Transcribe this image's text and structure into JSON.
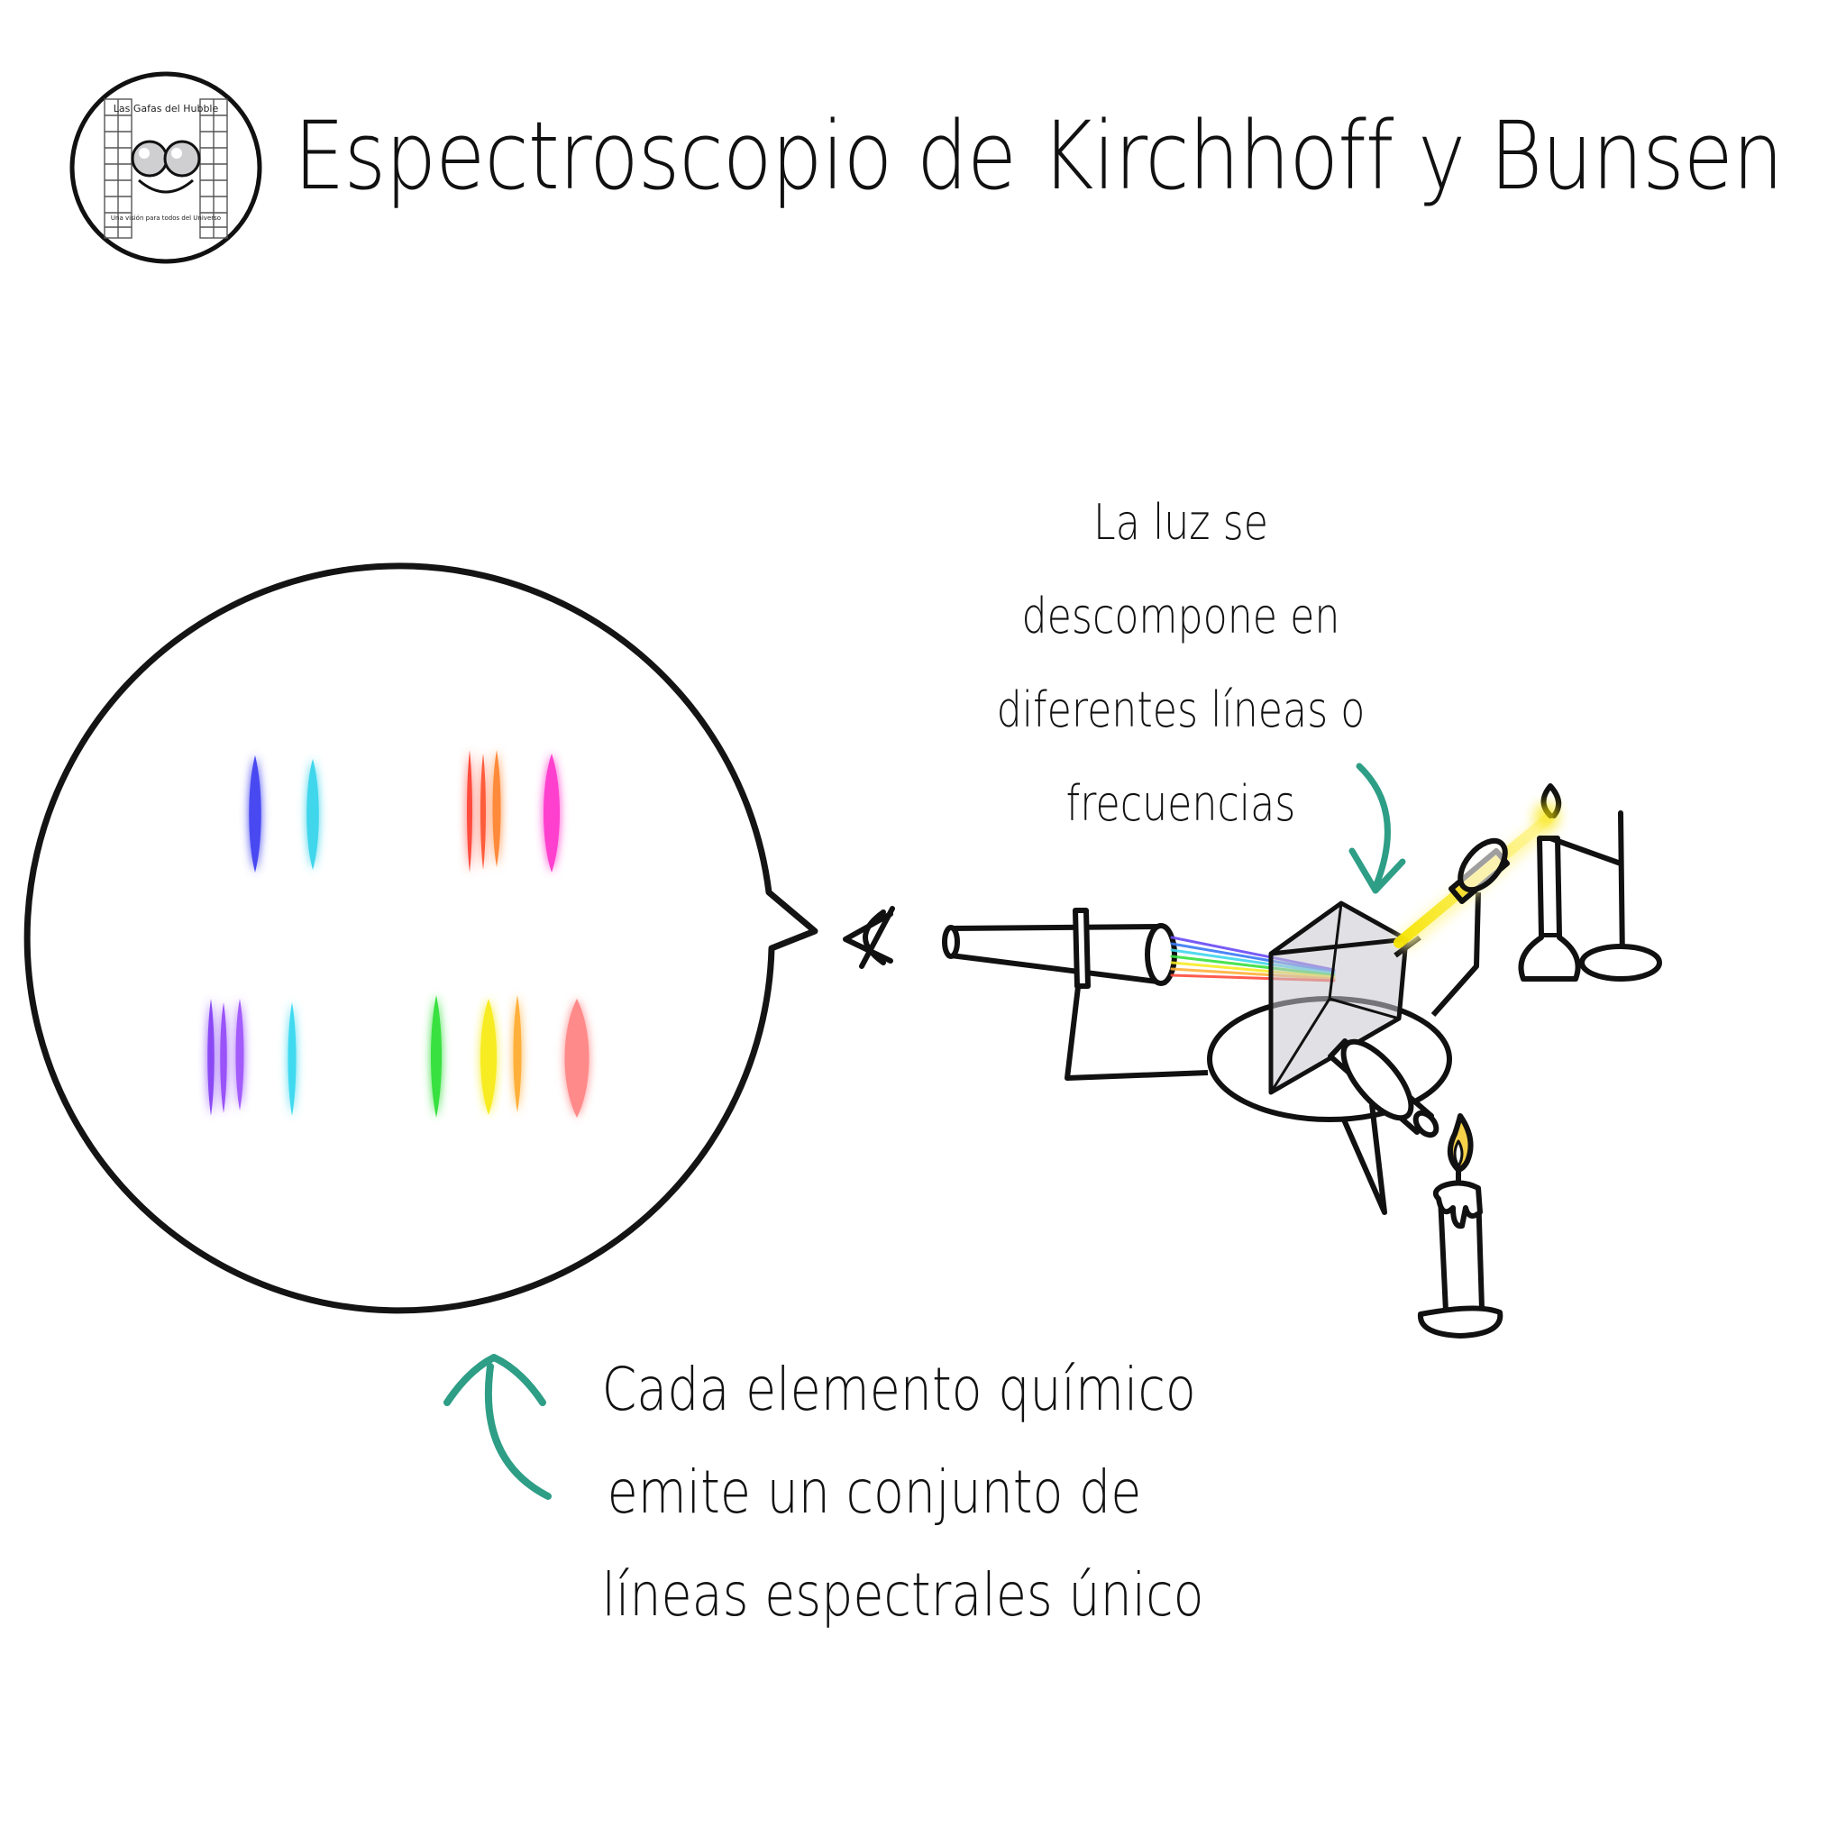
{
  "title": "Espectroscopio de Kirchhoff y Bunsen",
  "logo": {
    "top_text": "Las Gafas del Hubble",
    "bottom_text": "Una visión para todos del Universo"
  },
  "notes": {
    "light": [
      "La luz se",
      "descompone en",
      "diferentes líneas o",
      "frecuencias"
    ],
    "elements": [
      "Cada elemento químico",
      "emite un conjunto de",
      "líneas espectrales único"
    ]
  },
  "colors": {
    "ink": "#111111",
    "arrow": "#2e9e86",
    "flame": "#f2d21a",
    "glass": "#c8c8d0"
  },
  "spectra": [
    {
      "lines": [
        {
          "color": "#4a4af2"
        },
        {
          "color": "#3fd6ec"
        }
      ]
    },
    {
      "lines": [
        {
          "color": "#ff4b3c"
        },
        {
          "color": "#ff5b3a"
        },
        {
          "color": "#ff8a3a"
        },
        {
          "color": "#ff3fcf"
        }
      ]
    },
    {
      "lines": [
        {
          "color": "#8a4af5"
        },
        {
          "color": "#9a52f8"
        },
        {
          "color": "#a35cfb"
        },
        {
          "color": "#3fdaf0"
        }
      ]
    },
    {
      "lines": [
        {
          "color": "#38e040"
        },
        {
          "color": "#f7ec24"
        },
        {
          "color": "#ffb03a"
        },
        {
          "color": "#ff8a8a"
        }
      ]
    }
  ],
  "icons": [
    "eye-icon",
    "telescope-icon",
    "prism-icon",
    "candle-icon",
    "burner-icon",
    "arrow-icon"
  ]
}
